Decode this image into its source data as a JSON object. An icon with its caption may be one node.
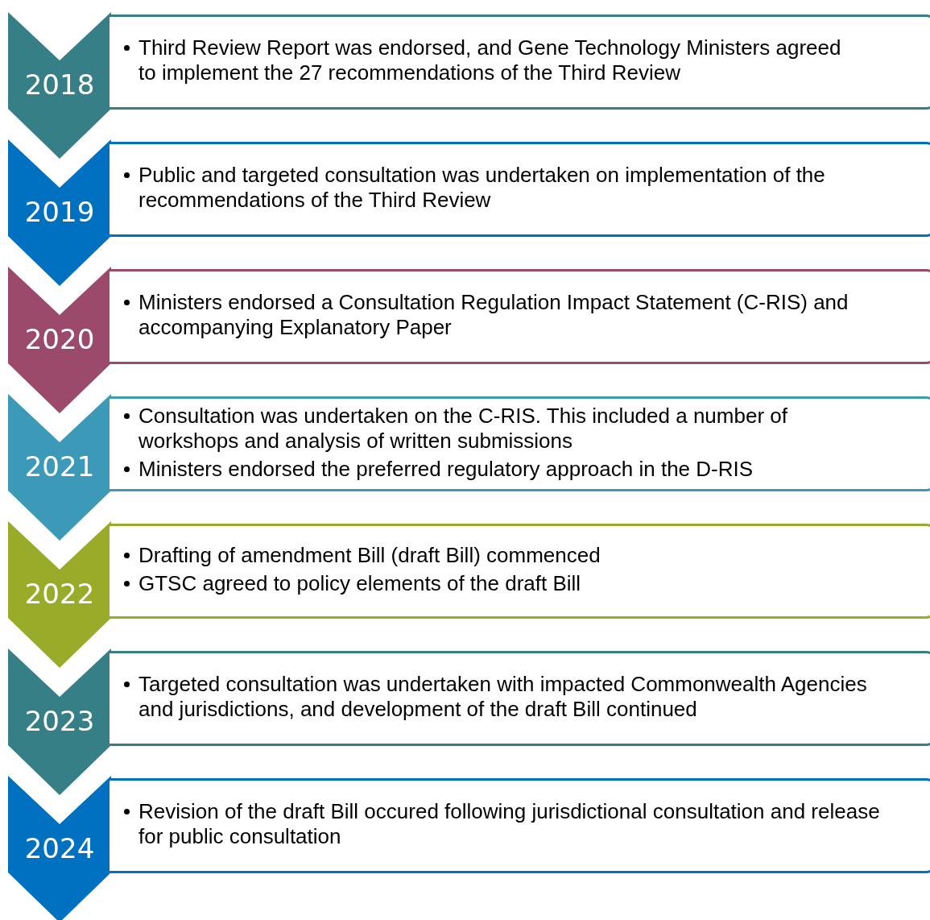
{
  "diagram": {
    "nodes": [
      {
        "text": [
          "2018"
        ]
      },
      {
        "text": [
          "Third Review Report was endorsed, and Gene Technology Ministers agreed to implement  the 27 recommendations of the Third Review"
        ]
      },
      {
        "text": [
          "2019"
        ]
      },
      {
        "text": [
          "Public and targeted consultation was undertaken on implementation of the recommendations of the Third Review"
        ]
      },
      {
        "text": [
          "2020"
        ]
      },
      {
        "text": [
          "Ministers endorsed a Consultation Regulation Impact Statement (C-RIS) and accompanying Explanatory Paper"
        ]
      },
      {
        "text": [
          "2021"
        ]
      },
      {
        "text": [
          "Consultation was undertaken on the C-RIS. This included a number of workshops and analysis of written submissions",
          "Ministers endorsed the preferred regulatory approach in the D-RIS"
        ]
      },
      {
        "text": [
          "2022"
        ]
      },
      {
        "text": [
          "Drafting of amendment Bill (draft Bill) commenced",
          "GTSC agreed to policy elements of the draft Bill"
        ]
      },
      {
        "text": [
          "2023"
        ]
      },
      {
        "text": [
          "Targeted consultation was undertaken with impacted Commonwealth Agencies and jurisdictions, and development of the draft Bill continued"
        ]
      },
      {
        "text": [
          "2024"
        ]
      },
      {
        "text": [
          "Revision of the draft Bill occured following jurisdictional consultation and release for public consultation"
        ]
      }
    ],
    "edges": []
  }
}
